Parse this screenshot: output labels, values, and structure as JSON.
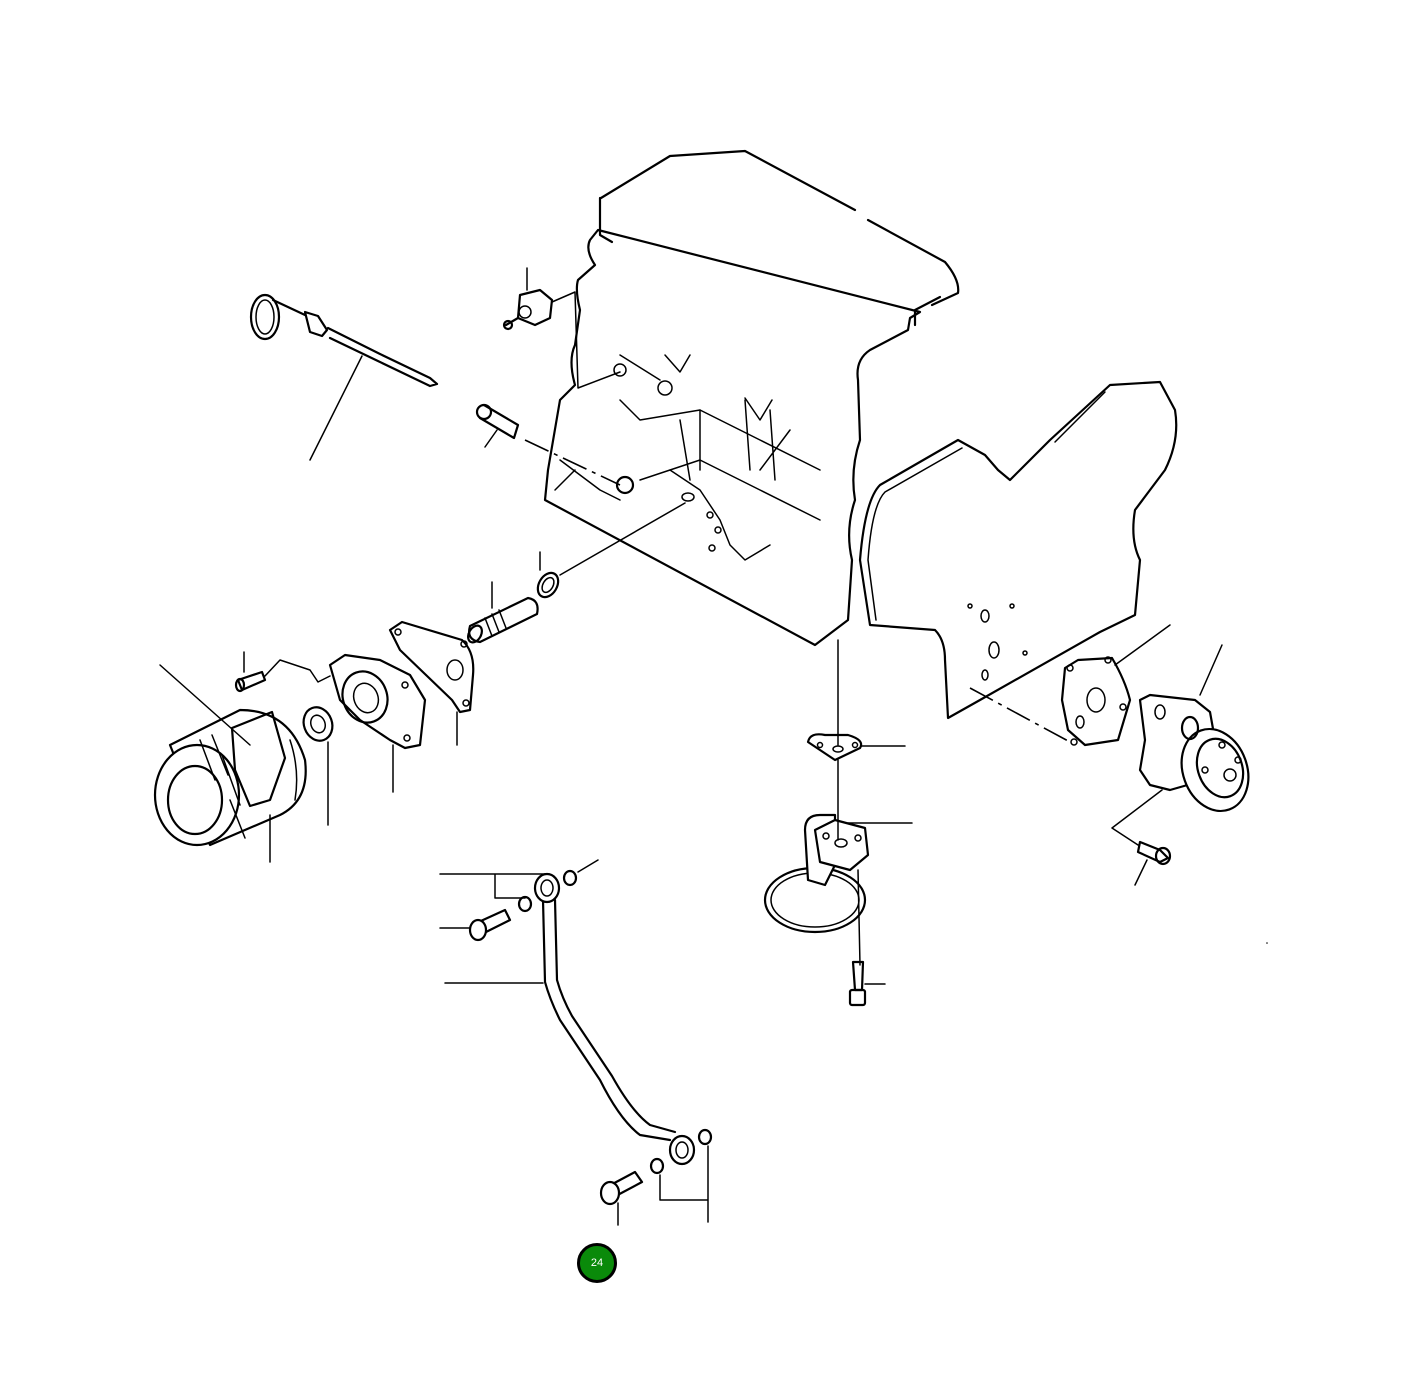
{
  "diagram": {
    "type": "exploded-parts-diagram",
    "subject": "engine lubrication system",
    "parts": [
      {
        "id": "dipstick",
        "name": "oil level dipstick"
      },
      {
        "id": "oil-pressure-switch",
        "name": "oil pressure switch"
      },
      {
        "id": "dowel-pipe",
        "name": "pipe / dowel"
      },
      {
        "id": "engine-block",
        "name": "cylinder block"
      },
      {
        "id": "o-ring",
        "name": "o-ring"
      },
      {
        "id": "relief-valve",
        "name": "relief valve"
      },
      {
        "id": "gasket",
        "name": "gasket"
      },
      {
        "id": "filter-bracket",
        "name": "oil filter bracket"
      },
      {
        "id": "bolt-bracket",
        "name": "bolt"
      },
      {
        "id": "union-nut",
        "name": "union"
      },
      {
        "id": "oil-filter",
        "name": "oil filter cartridge"
      },
      {
        "id": "rear-plate",
        "name": "rear plate"
      },
      {
        "id": "pump-gasket",
        "name": "oil pump gasket"
      },
      {
        "id": "oil-pump",
        "name": "oil pump"
      },
      {
        "id": "pump-bolt",
        "name": "bolt"
      },
      {
        "id": "strainer-gasket",
        "name": "strainer gasket"
      },
      {
        "id": "oil-strainer",
        "name": "oil strainer"
      },
      {
        "id": "strainer-bolt",
        "name": "bolt"
      },
      {
        "id": "oil-pipe",
        "name": "oil pipe"
      },
      {
        "id": "eye-bolt-upper",
        "name": "eye bolt"
      },
      {
        "id": "washers-upper",
        "name": "washers"
      },
      {
        "id": "eye-bolt-lower",
        "name": "eye bolt"
      },
      {
        "id": "washers-lower",
        "name": "washers"
      }
    ]
  },
  "badge": {
    "label": "24",
    "color": "#0a8a0a"
  }
}
